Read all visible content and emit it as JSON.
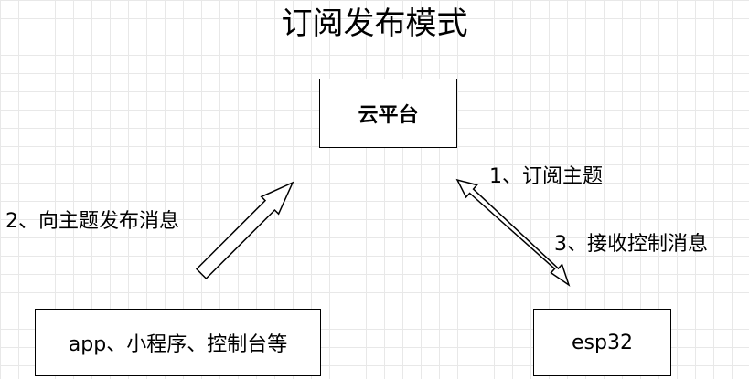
{
  "title": "订阅发布模式",
  "nodes": {
    "cloud": "云平台",
    "client": "app、小程序、控制台等",
    "device": "esp32"
  },
  "edges": {
    "subscribe": "1、订阅主题",
    "publish": "2、向主题发布消息",
    "receive": "3、接收控制消息"
  }
}
